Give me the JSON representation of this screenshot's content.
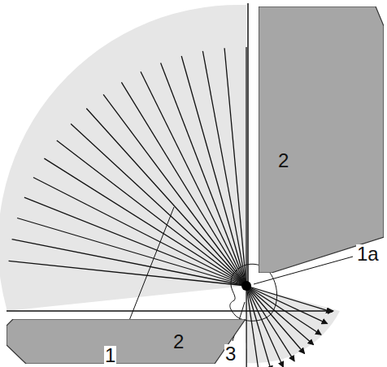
{
  "diagram": {
    "nodes": [
      {
        "text": [
          "2"
        ]
      },
      {
        "text": [
          "2"
        ]
      }
    ],
    "labels": [
      "1",
      "1a",
      "3"
    ]
  }
}
